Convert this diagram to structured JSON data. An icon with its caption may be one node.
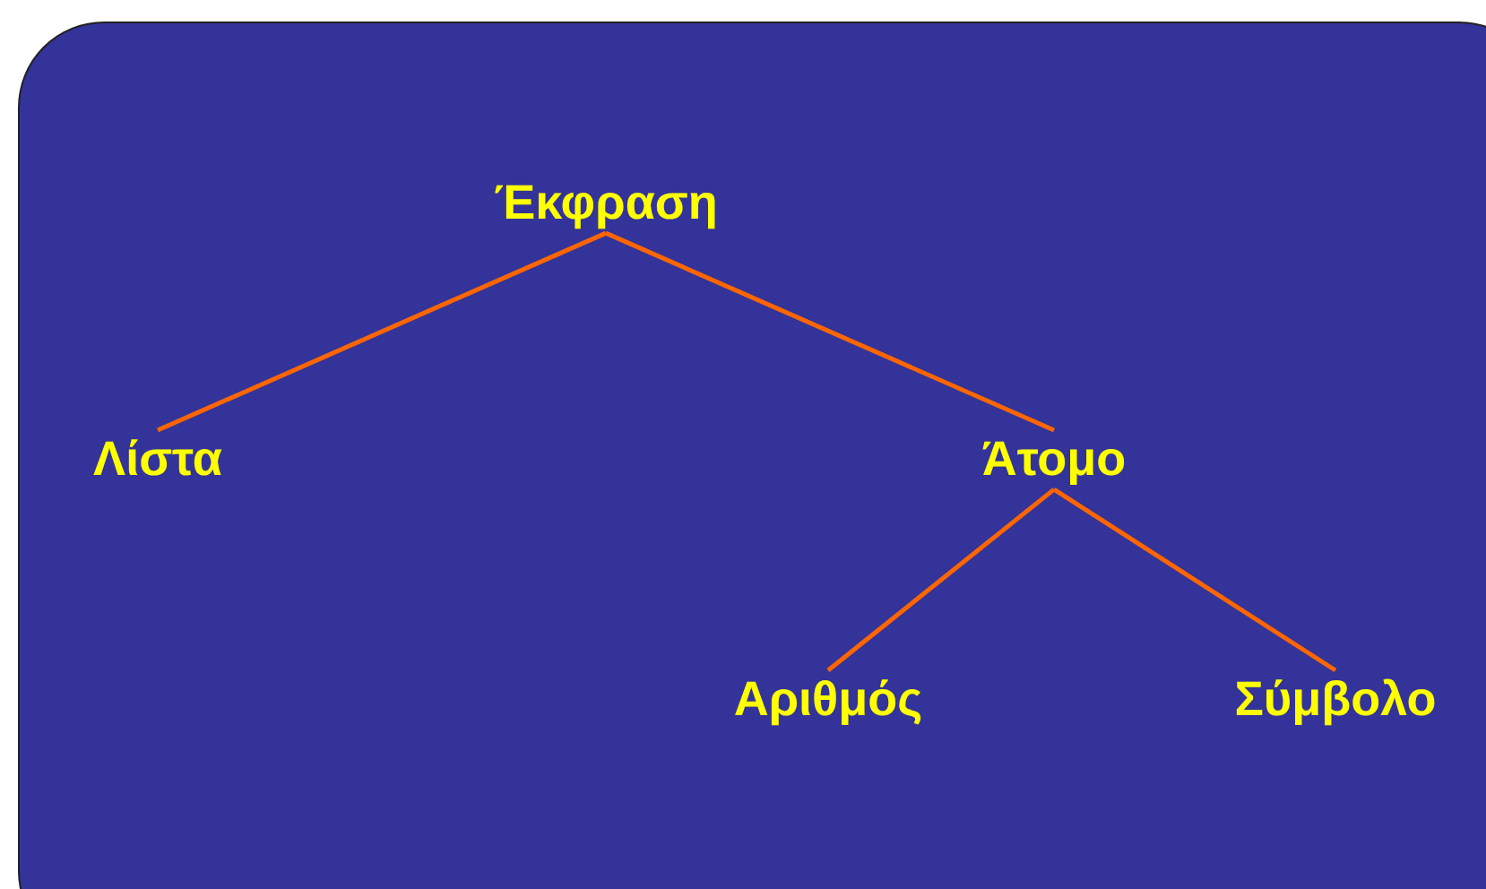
{
  "diagram": {
    "nodes": [
      {
        "text": [
          "Έκφραση"
        ]
      },
      {
        "text": [
          "Λίστα"
        ]
      },
      {
        "text": [
          "Άτομο"
        ]
      },
      {
        "text": [
          "Αριθμός"
        ]
      },
      {
        "text": [
          "Σύμβολο"
        ]
      }
    ],
    "edges": [
      {
        "from": 0,
        "to": 1,
        "arrow": "none"
      },
      {
        "from": 0,
        "to": 2,
        "arrow": "none"
      },
      {
        "from": 2,
        "to": 3,
        "arrow": "none"
      },
      {
        "from": 2,
        "to": 4,
        "arrow": "none"
      }
    ]
  }
}
